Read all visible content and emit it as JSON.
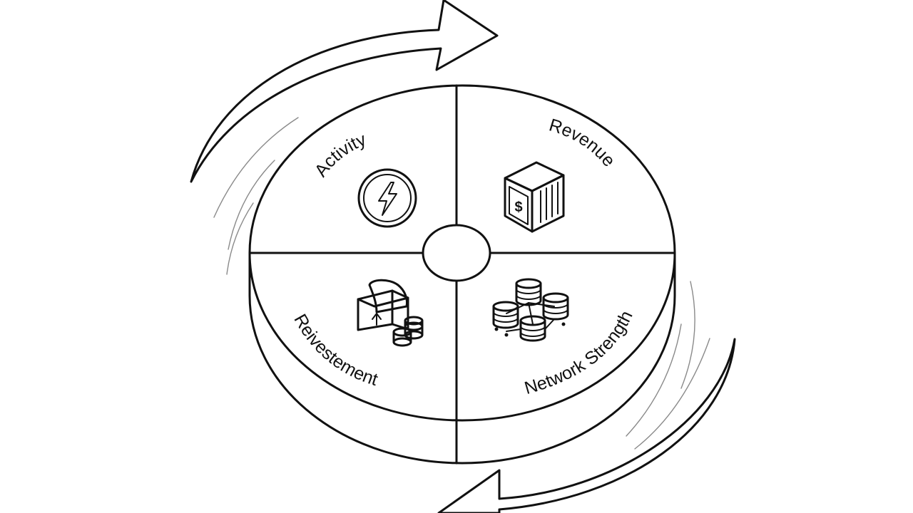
{
  "diagram": {
    "segments": [
      {
        "id": "activity",
        "label": "Activity",
        "icon": "lightning-bolt-icon"
      },
      {
        "id": "revenue",
        "label": "Revenue",
        "icon": "safe-dollar-icon"
      },
      {
        "id": "network-strength",
        "label": "Network Strength",
        "icon": "database-network-icon"
      },
      {
        "id": "reinvestment",
        "label": "Reivestement",
        "icon": "cash-box-coins-icon"
      }
    ],
    "cycle_direction": "clockwise",
    "colors": {
      "ink": "#111111",
      "background": "#ffffff"
    }
  }
}
